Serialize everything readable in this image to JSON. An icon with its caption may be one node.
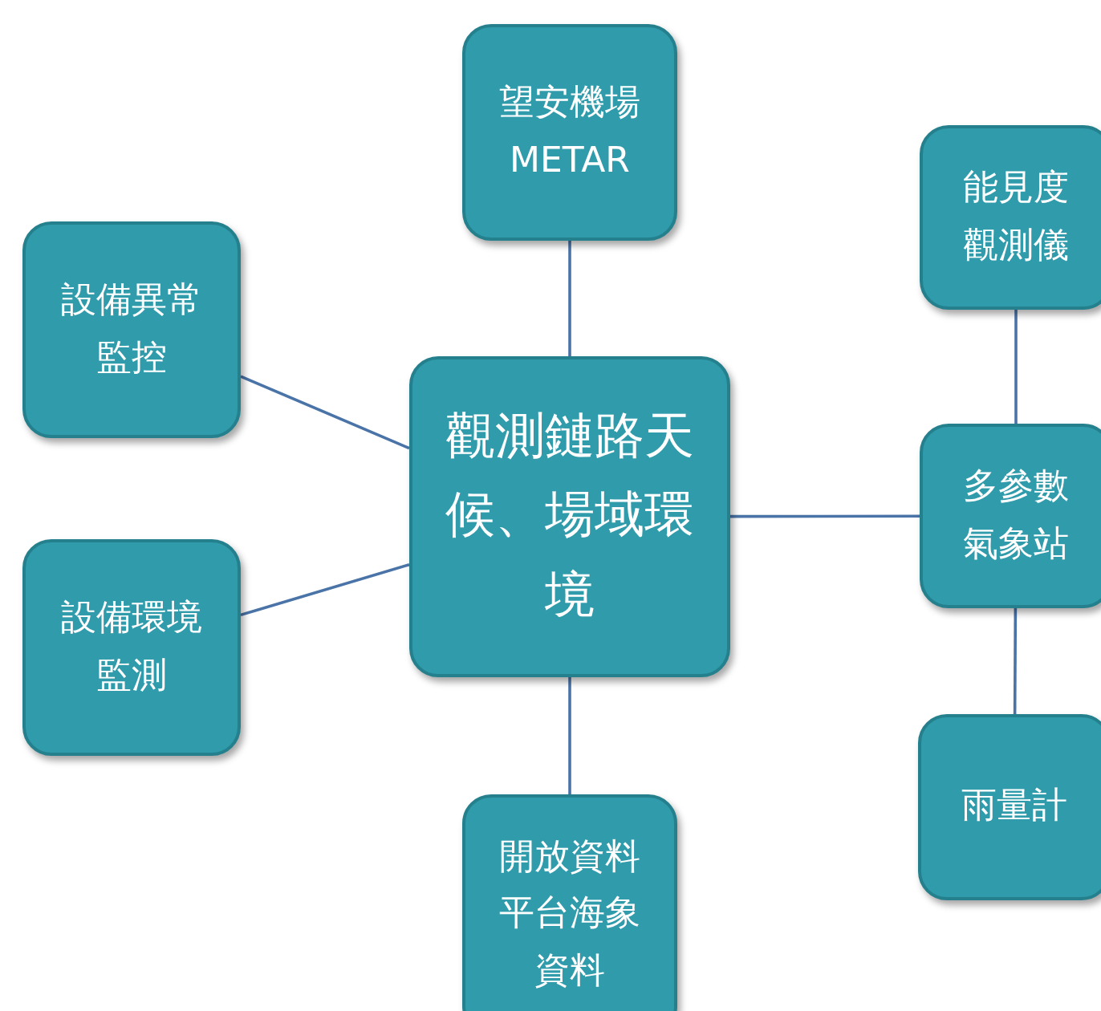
{
  "diagram": {
    "nodes": [
      {
        "text": [
          "觀測鏈路天候、場域環境"
        ]
      },
      {
        "text": [
          "望安機場 METAR"
        ]
      },
      {
        "text": [
          "設備異常監控"
        ]
      },
      {
        "text": [
          "設備環境監測"
        ]
      },
      {
        "text": [
          "能見度觀測儀"
        ]
      },
      {
        "text": [
          "多參數氣象站"
        ]
      },
      {
        "text": [
          "雨量計"
        ]
      },
      {
        "text": [
          "開放資料平台海象資料"
        ]
      }
    ],
    "edges": [
      {
        "from": 0,
        "to": 1,
        "arrow": "none"
      },
      {
        "from": 0,
        "to": 2,
        "arrow": "none"
      },
      {
        "from": 0,
        "to": 3,
        "arrow": "none"
      },
      {
        "from": 0,
        "to": 5,
        "arrow": "none"
      },
      {
        "from": 0,
        "to": 7,
        "arrow": "none"
      },
      {
        "from": 5,
        "to": 4,
        "arrow": "none"
      },
      {
        "from": 5,
        "to": 6,
        "arrow": "none"
      }
    ]
  }
}
